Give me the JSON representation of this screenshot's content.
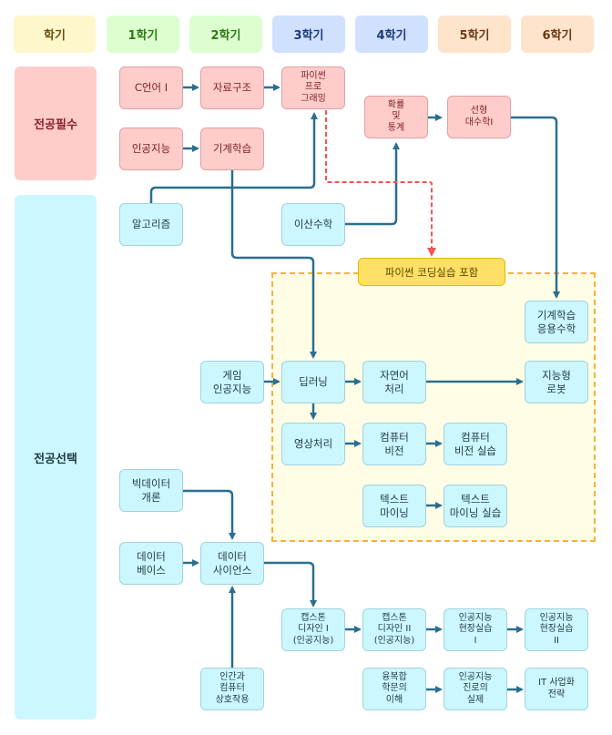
{
  "colors": {
    "required_bg": "#ffcccc",
    "elective_bg": "#ccf7ff",
    "arrow": "#2a6f8f",
    "dashed_arrow": "#f25555",
    "python_region_border": "#f5b335",
    "python_region_bg": "#fffde6",
    "badge_bg": "#ffe066"
  },
  "header": {
    "semester_label": "학기",
    "semesters": [
      "1학기",
      "2학기",
      "3학기",
      "4학기",
      "5학기",
      "6학기"
    ]
  },
  "categories": {
    "required": "전공필수",
    "elective": "전공선택"
  },
  "python_badge": "파이썬 코딩실습 포함",
  "courses": {
    "c_lang": "C언어 I",
    "data_structure": "자료구조",
    "python_programming": "파이썬\n프로\n그래밍",
    "probability_stats": "확률\n및\n통계",
    "linear_algebra": "선형\n대수학I",
    "intro_ai": "인공지능",
    "machine_learning": "기계학습",
    "algorithm": "알고리즘",
    "discrete_math": "이산수학",
    "ml_applied_math": "기계학습\n응용수학",
    "game_ai": "게임\n인공지능",
    "deep_learning": "딥러닝",
    "nlp": "자연어\n처리",
    "intelligent_robot": "지능형\n로봇",
    "image_processing": "영상처리",
    "computer_vision": "컴퓨터\n비전",
    "computer_vision_lab": "컴퓨터\n비전 실습",
    "text_mining": "텍스트\n마이닝",
    "text_mining_lab": "텍스트\n마이닝 실습",
    "big_data_intro": "빅데이터\n개론",
    "database": "데이터\n베이스",
    "data_science": "데이터\n사이언스",
    "capstone1": "캡스톤\n디자인 I\n(인공지능)",
    "capstone2": "캡스톤\n디자인 II\n(인공지능)",
    "ai_field1": "인공지능\n현장실습\nI",
    "ai_field2": "인공지능\n현장실습\nII",
    "hci": "인간과\n컴퓨터\n상호작용",
    "convergence": "융복합\n학문의\n이해",
    "ai_career": "인공지능\n진로의\n실제",
    "it_business": "IT 사업화\n전략"
  }
}
